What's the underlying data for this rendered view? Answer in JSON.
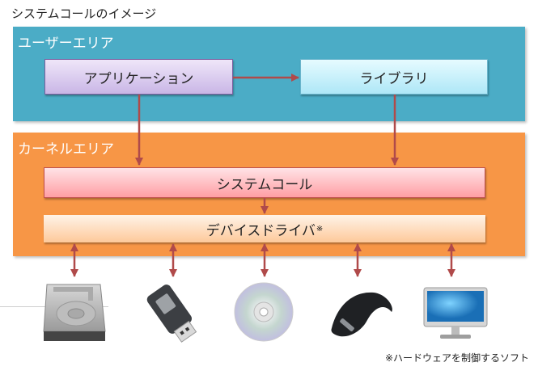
{
  "title": "システムコールのイメージ",
  "user_area": {
    "label": "ユーザーエリア",
    "application": "アプリケーション",
    "library": "ライブラリ"
  },
  "kernel_area": {
    "label": "カーネルエリア",
    "system_call": "システムコール",
    "device_driver": "デバイスドライバ",
    "driver_mark": "※"
  },
  "devices": [
    {
      "name": "hard-disk-icon"
    },
    {
      "name": "usb-flash-drive-icon"
    },
    {
      "name": "cd-disc-icon"
    },
    {
      "name": "mouse-icon"
    },
    {
      "name": "monitor-icon"
    }
  ],
  "note": "※ハードウェアを制御するソフト",
  "colors": {
    "user_area": "#4bacc6",
    "kernel_area": "#f79646",
    "arrow": "#b04a4a"
  }
}
